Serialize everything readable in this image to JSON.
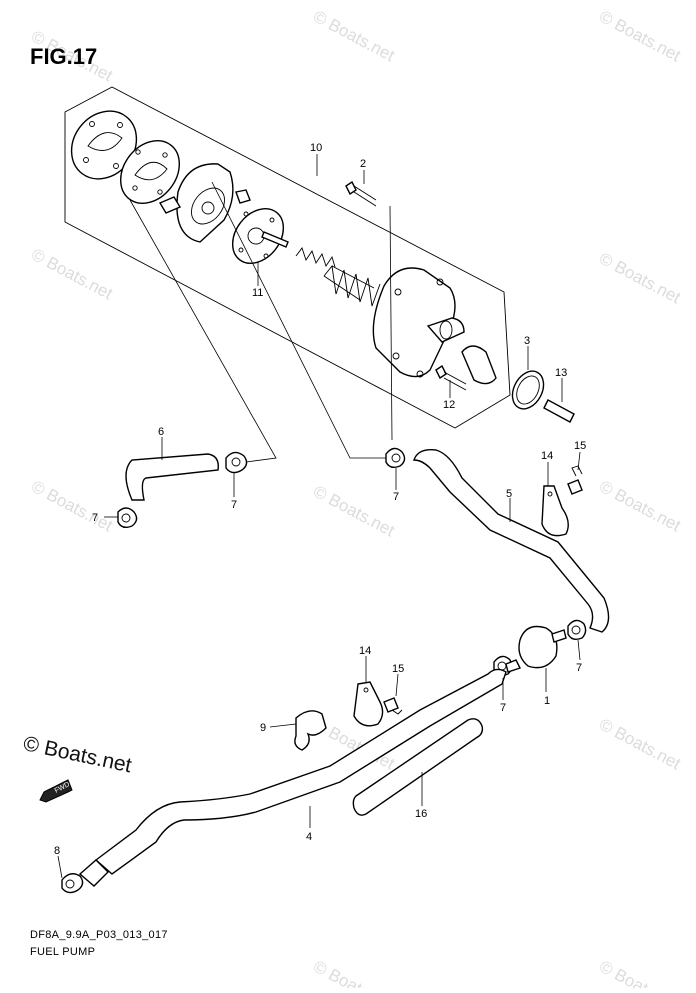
{
  "figure": {
    "title": "FIG.17",
    "code": "DF8A_9.9A_P03_013_017",
    "name": "FUEL PUMP"
  },
  "copyright": "© Boats.net",
  "watermark": "© Boats.net",
  "direction_arrow_label": "FWD",
  "callouts": [
    "1",
    "2",
    "3",
    "4",
    "5",
    "6",
    "7",
    "7",
    "7",
    "7",
    "7",
    "8",
    "9",
    "10",
    "11",
    "12",
    "13",
    "14",
    "14",
    "15",
    "15",
    "16"
  ]
}
